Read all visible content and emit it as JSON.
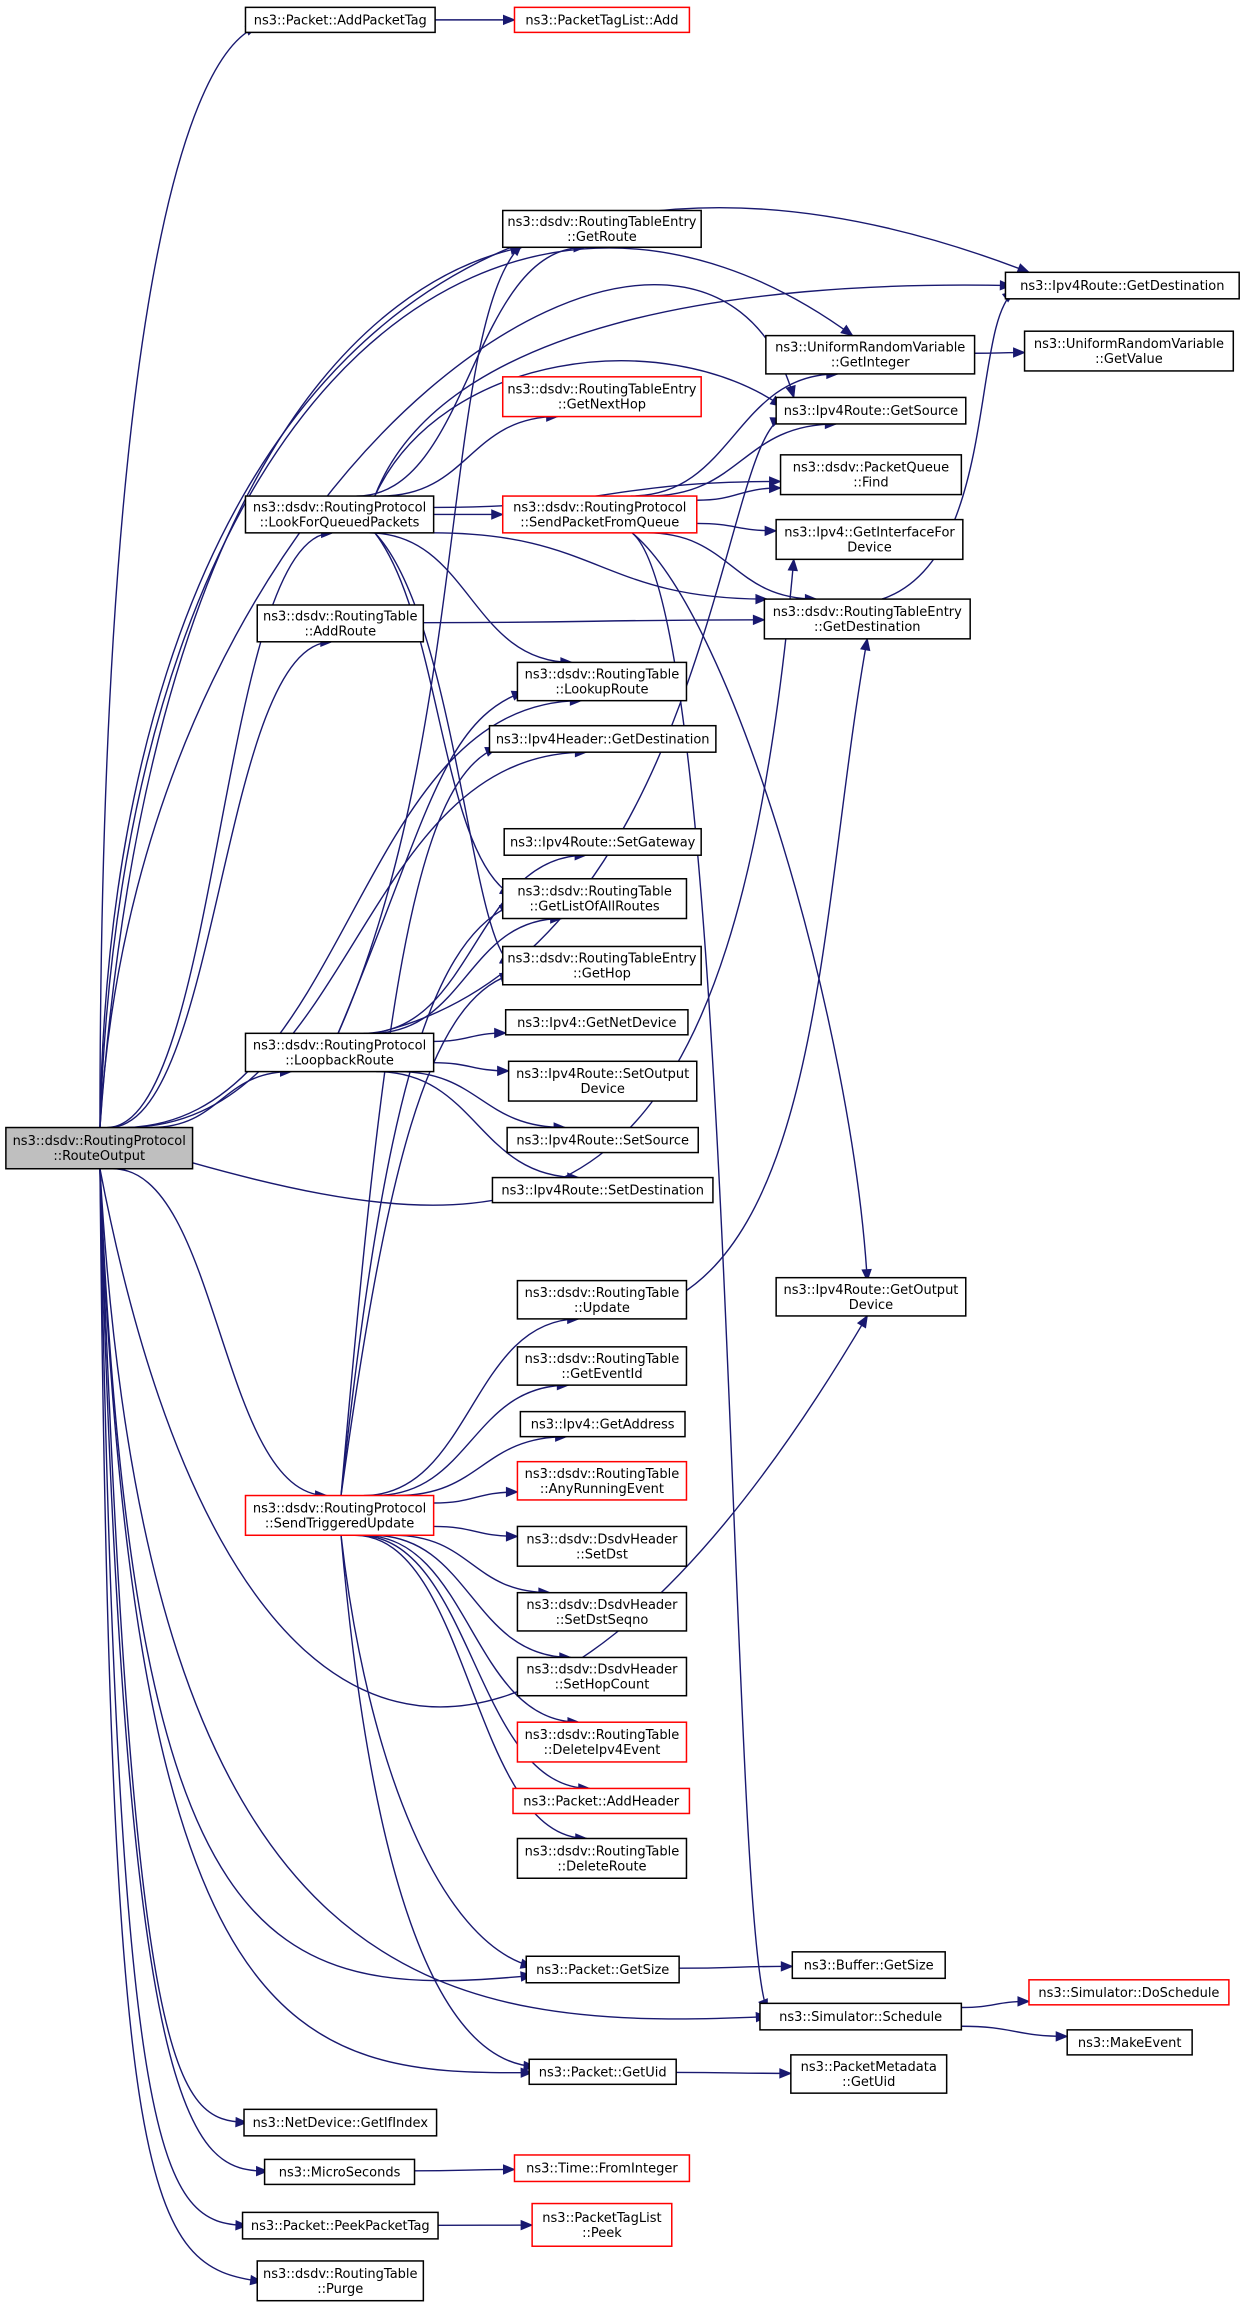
{
  "colors": {
    "edge": "#191970",
    "border_normal": "#000000",
    "border_truncated": "#ff0000",
    "fill_focus": "#bfbfbf",
    "fill_normal": "#ffffff"
  },
  "nodes": [
    {
      "id": "RouteOutput",
      "lines": [
        "ns3::dsdv::RoutingProtocol",
        "::RouteOutput"
      ],
      "style": "focus"
    },
    {
      "id": "AddPacketTag",
      "lines": [
        "ns3::Packet::AddPacketTag"
      ],
      "style": "normal"
    },
    {
      "id": "PacketTagListAdd",
      "lines": [
        "ns3::PacketTagList::Add"
      ],
      "style": "truncated"
    },
    {
      "id": "GetRoute",
      "lines": [
        "ns3::dsdv::RoutingTableEntry",
        "::GetRoute"
      ],
      "style": "normal"
    },
    {
      "id": "GetNextHop",
      "lines": [
        "ns3::dsdv::RoutingTableEntry",
        "::GetNextHop"
      ],
      "style": "truncated"
    },
    {
      "id": "LookForQueuedPackets",
      "lines": [
        "ns3::dsdv::RoutingProtocol",
        "::LookForQueuedPackets"
      ],
      "style": "normal"
    },
    {
      "id": "SendPacketFromQueue",
      "lines": [
        "ns3::dsdv::RoutingProtocol",
        "::SendPacketFromQueue"
      ],
      "style": "truncated"
    },
    {
      "id": "AddRoute",
      "lines": [
        "ns3::dsdv::RoutingTable",
        "::AddRoute"
      ],
      "style": "normal"
    },
    {
      "id": "LookupRoute",
      "lines": [
        "ns3::dsdv::RoutingTable",
        "::LookupRoute"
      ],
      "style": "normal"
    },
    {
      "id": "Ipv4HeaderGetDestination",
      "lines": [
        "ns3::Ipv4Header::GetDestination"
      ],
      "style": "normal"
    },
    {
      "id": "SetGateway",
      "lines": [
        "ns3::Ipv4Route::SetGateway"
      ],
      "style": "normal"
    },
    {
      "id": "GetListOfAllRoutes",
      "lines": [
        "ns3::dsdv::RoutingTable",
        "::GetListOfAllRoutes"
      ],
      "style": "normal"
    },
    {
      "id": "GetHop",
      "lines": [
        "ns3::dsdv::RoutingTableEntry",
        "::GetHop"
      ],
      "style": "normal"
    },
    {
      "id": "LoopbackRoute",
      "lines": [
        "ns3::dsdv::RoutingProtocol",
        "::LoopbackRoute"
      ],
      "style": "normal"
    },
    {
      "id": "GetNetDevice",
      "lines": [
        "ns3::Ipv4::GetNetDevice"
      ],
      "style": "normal"
    },
    {
      "id": "SetOutputDevice",
      "lines": [
        "ns3::Ipv4Route::SetOutput",
        "Device"
      ],
      "style": "normal"
    },
    {
      "id": "SetSource",
      "lines": [
        "ns3::Ipv4Route::SetSource"
      ],
      "style": "normal"
    },
    {
      "id": "SetDestination",
      "lines": [
        "ns3::Ipv4Route::SetDestination"
      ],
      "style": "normal"
    },
    {
      "id": "Ipv4RouteGetDestination",
      "lines": [
        "ns3::Ipv4Route::GetDestination"
      ],
      "style": "normal"
    },
    {
      "id": "GetInteger",
      "lines": [
        "ns3::UniformRandomVariable",
        "::GetInteger"
      ],
      "style": "normal"
    },
    {
      "id": "GetValue",
      "lines": [
        "ns3::UniformRandomVariable",
        "::GetValue"
      ],
      "style": "normal"
    },
    {
      "id": "GetSource",
      "lines": [
        "ns3::Ipv4Route::GetSource"
      ],
      "style": "normal"
    },
    {
      "id": "PacketQueueFind",
      "lines": [
        "ns3::dsdv::PacketQueue",
        "::Find"
      ],
      "style": "normal"
    },
    {
      "id": "GetInterfaceForDevice",
      "lines": [
        "ns3::Ipv4::GetInterfaceFor",
        "Device"
      ],
      "style": "normal"
    },
    {
      "id": "EntryGetDestination",
      "lines": [
        "ns3::dsdv::RoutingTableEntry",
        "::GetDestination"
      ],
      "style": "normal"
    },
    {
      "id": "GetOutputDevice",
      "lines": [
        "ns3::Ipv4Route::GetOutput",
        "Device"
      ],
      "style": "normal"
    },
    {
      "id": "TableUpdate",
      "lines": [
        "ns3::dsdv::RoutingTable",
        "::Update"
      ],
      "style": "normal"
    },
    {
      "id": "GetEventId",
      "lines": [
        "ns3::dsdv::RoutingTable",
        "::GetEventId"
      ],
      "style": "normal"
    },
    {
      "id": "GetAddress",
      "lines": [
        "ns3::Ipv4::GetAddress"
      ],
      "style": "normal"
    },
    {
      "id": "AnyRunningEvent",
      "lines": [
        "ns3::dsdv::RoutingTable",
        "::AnyRunningEvent"
      ],
      "style": "truncated"
    },
    {
      "id": "SendTriggeredUpdate",
      "lines": [
        "ns3::dsdv::RoutingProtocol",
        "::SendTriggeredUpdate"
      ],
      "style": "truncated"
    },
    {
      "id": "SetDst",
      "lines": [
        "ns3::dsdv::DsdvHeader",
        "::SetDst"
      ],
      "style": "normal"
    },
    {
      "id": "SetDstSeqno",
      "lines": [
        "ns3::dsdv::DsdvHeader",
        "::SetDstSeqno"
      ],
      "style": "normal"
    },
    {
      "id": "SetHopCount",
      "lines": [
        "ns3::dsdv::DsdvHeader",
        "::SetHopCount"
      ],
      "style": "normal"
    },
    {
      "id": "DeleteIpv4Event",
      "lines": [
        "ns3::dsdv::RoutingTable",
        "::DeleteIpv4Event"
      ],
      "style": "truncated"
    },
    {
      "id": "AddHeader",
      "lines": [
        "ns3::Packet::AddHeader"
      ],
      "style": "truncated"
    },
    {
      "id": "DeleteRoute",
      "lines": [
        "ns3::dsdv::RoutingTable",
        "::DeleteRoute"
      ],
      "style": "normal"
    },
    {
      "id": "PacketGetSize",
      "lines": [
        "ns3::Packet::GetSize"
      ],
      "style": "normal"
    },
    {
      "id": "BufferGetSize",
      "lines": [
        "ns3::Buffer::GetSize"
      ],
      "style": "normal"
    },
    {
      "id": "Schedule",
      "lines": [
        "ns3::Simulator::Schedule"
      ],
      "style": "normal"
    },
    {
      "id": "DoSchedule",
      "lines": [
        "ns3::Simulator::DoSchedule"
      ],
      "style": "truncated"
    },
    {
      "id": "MakeEvent",
      "lines": [
        "ns3::MakeEvent"
      ],
      "style": "normal"
    },
    {
      "id": "PacketGetUid",
      "lines": [
        "ns3::Packet::GetUid"
      ],
      "style": "normal"
    },
    {
      "id": "MetadataGetUid",
      "lines": [
        "ns3::PacketMetadata",
        "::GetUid"
      ],
      "style": "normal"
    },
    {
      "id": "GetIfIndex",
      "lines": [
        "ns3::NetDevice::GetIfIndex"
      ],
      "style": "normal"
    },
    {
      "id": "MicroSeconds",
      "lines": [
        "ns3::MicroSeconds"
      ],
      "style": "normal"
    },
    {
      "id": "FromInteger",
      "lines": [
        "ns3::Time::FromInteger"
      ],
      "style": "truncated"
    },
    {
      "id": "PeekPacketTag",
      "lines": [
        "ns3::Packet::PeekPacketTag"
      ],
      "style": "normal"
    },
    {
      "id": "PacketTagListPeek",
      "lines": [
        "ns3::PacketTagList",
        "::Peek"
      ],
      "style": "truncated"
    },
    {
      "id": "Purge",
      "lines": [
        "ns3::dsdv::RoutingTable",
        "::Purge"
      ],
      "style": "normal"
    }
  ],
  "edges": [
    [
      "RouteOutput",
      "AddPacketTag"
    ],
    [
      "AddPacketTag",
      "PacketTagListAdd"
    ],
    [
      "RouteOutput",
      "Ipv4RouteGetDestination"
    ],
    [
      "RouteOutput",
      "GetInteger"
    ],
    [
      "RouteOutput",
      "GetSource"
    ],
    [
      "RouteOutput",
      "GetRoute"
    ],
    [
      "RouteOutput",
      "LookForQueuedPackets"
    ],
    [
      "RouteOutput",
      "AddRoute"
    ],
    [
      "RouteOutput",
      "LookupRoute"
    ],
    [
      "RouteOutput",
      "Ipv4HeaderGetDestination"
    ],
    [
      "RouteOutput",
      "LoopbackRoute"
    ],
    [
      "RouteOutput",
      "GetInterfaceForDevice"
    ],
    [
      "RouteOutput",
      "SendTriggeredUpdate"
    ],
    [
      "RouteOutput",
      "GetOutputDevice"
    ],
    [
      "RouteOutput",
      "PacketGetSize"
    ],
    [
      "RouteOutput",
      "Schedule"
    ],
    [
      "RouteOutput",
      "PacketGetUid"
    ],
    [
      "RouteOutput",
      "GetIfIndex"
    ],
    [
      "RouteOutput",
      "MicroSeconds"
    ],
    [
      "RouteOutput",
      "PeekPacketTag"
    ],
    [
      "RouteOutput",
      "Purge"
    ],
    [
      "LookForQueuedPackets",
      "GetRoute"
    ],
    [
      "LookForQueuedPackets",
      "GetNextHop"
    ],
    [
      "LookForQueuedPackets",
      "Ipv4RouteGetDestination"
    ],
    [
      "LookForQueuedPackets",
      "GetSource"
    ],
    [
      "LookForQueuedPackets",
      "PacketQueueFind"
    ],
    [
      "LookForQueuedPackets",
      "SendPacketFromQueue"
    ],
    [
      "LookForQueuedPackets",
      "EntryGetDestination"
    ],
    [
      "LookForQueuedPackets",
      "LookupRoute"
    ],
    [
      "LookForQueuedPackets",
      "GetListOfAllRoutes"
    ],
    [
      "LookForQueuedPackets",
      "GetHop"
    ],
    [
      "SendPacketFromQueue",
      "GetInteger"
    ],
    [
      "SendPacketFromQueue",
      "GetSource"
    ],
    [
      "SendPacketFromQueue",
      "PacketQueueFind"
    ],
    [
      "SendPacketFromQueue",
      "GetInterfaceForDevice"
    ],
    [
      "SendPacketFromQueue",
      "EntryGetDestination"
    ],
    [
      "SendPacketFromQueue",
      "GetOutputDevice"
    ],
    [
      "SendPacketFromQueue",
      "Schedule"
    ],
    [
      "GetInteger",
      "GetValue"
    ],
    [
      "EntryGetDestination",
      "Ipv4RouteGetDestination"
    ],
    [
      "AddRoute",
      "EntryGetDestination"
    ],
    [
      "LoopbackRoute",
      "GetRoute"
    ],
    [
      "LoopbackRoute",
      "LookupRoute"
    ],
    [
      "LoopbackRoute",
      "SetGateway"
    ],
    [
      "LoopbackRoute",
      "GetListOfAllRoutes"
    ],
    [
      "LoopbackRoute",
      "GetSource"
    ],
    [
      "LoopbackRoute",
      "GetNetDevice"
    ],
    [
      "LoopbackRoute",
      "SetOutputDevice"
    ],
    [
      "LoopbackRoute",
      "SetSource"
    ],
    [
      "LoopbackRoute",
      "SetDestination"
    ],
    [
      "TableUpdate",
      "EntryGetDestination"
    ],
    [
      "SendTriggeredUpdate",
      "Ipv4HeaderGetDestination"
    ],
    [
      "SendTriggeredUpdate",
      "GetListOfAllRoutes"
    ],
    [
      "SendTriggeredUpdate",
      "GetHop"
    ],
    [
      "SendTriggeredUpdate",
      "TableUpdate"
    ],
    [
      "SendTriggeredUpdate",
      "GetEventId"
    ],
    [
      "SendTriggeredUpdate",
      "GetAddress"
    ],
    [
      "SendTriggeredUpdate",
      "AnyRunningEvent"
    ],
    [
      "SendTriggeredUpdate",
      "SetDst"
    ],
    [
      "SendTriggeredUpdate",
      "SetDstSeqno"
    ],
    [
      "SendTriggeredUpdate",
      "SetHopCount"
    ],
    [
      "SendTriggeredUpdate",
      "DeleteIpv4Event"
    ],
    [
      "SendTriggeredUpdate",
      "AddHeader"
    ],
    [
      "SendTriggeredUpdate",
      "DeleteRoute"
    ],
    [
      "SendTriggeredUpdate",
      "PacketGetSize"
    ],
    [
      "SendTriggeredUpdate",
      "PacketGetUid"
    ],
    [
      "PacketGetSize",
      "BufferGetSize"
    ],
    [
      "Schedule",
      "DoSchedule"
    ],
    [
      "Schedule",
      "MakeEvent"
    ],
    [
      "PacketGetUid",
      "MetadataGetUid"
    ],
    [
      "MicroSeconds",
      "FromInteger"
    ],
    [
      "PeekPacketTag",
      "PacketTagListPeek"
    ]
  ]
}
